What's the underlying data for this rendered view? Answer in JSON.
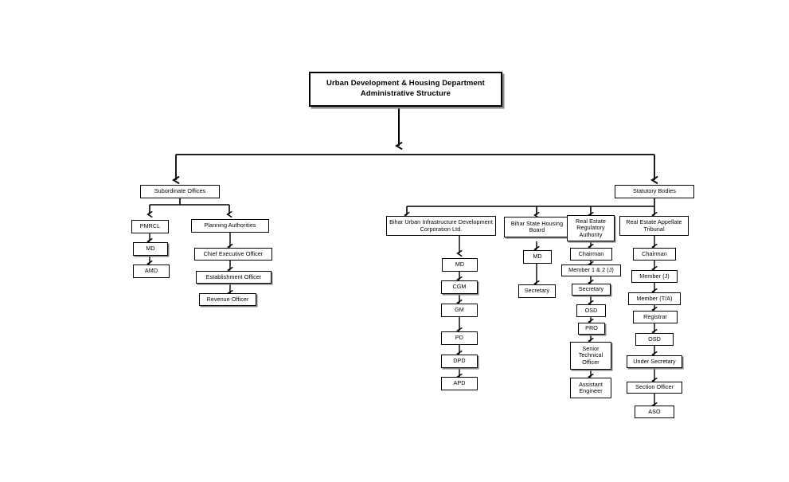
{
  "diagram": {
    "title": "Urban Development & Housing Department\nAdministrative Structure",
    "background_color": "#ffffff",
    "line_color": "#000000",
    "box_fill": "#ffffff",
    "shadow_color": "#808080"
  },
  "nodes": {
    "root": "Urban Development & Housing Department\nAdministrative Structure",
    "subordinate_offices": "Subordinate Offices",
    "statutory_bodies": "Statutory Bodies",
    "pmrcl": "PMRCL",
    "pmrcl_md": "MD",
    "pmrcl_amd": "AMD",
    "planning_authorities": "Planning Authorities",
    "chief_executive_officer": "Chief Executive Officer",
    "establishment_officer": "Establishment Officer",
    "revenue_officer": "Revenue Officer",
    "buidcl": "Bihar Urban Infrastructure Development\nCorporation Ltd.",
    "buidcl_md": "MD",
    "buidcl_cgm": "CGM",
    "buidcl_gm": "GM",
    "buidcl_pd": "PD",
    "buidcl_dpd": "DPD",
    "buidcl_apd": "APD",
    "bshb": "Bihar State Housing\nBoard",
    "bshb_md": "MD",
    "bshb_secretary": "Secretary",
    "rera": "Real Estate\nRegulatory\nAuthority",
    "rera_chairman": "Chairman",
    "rera_member": "Member 1 & 2 (J)",
    "rera_secretary": "Secretary",
    "rera_osd": "OSD",
    "rera_pro": "PRO",
    "rera_senior_technical_officer": "Senior\nTechnical\nOfficer",
    "rera_assistant_engineer": "Assistant\nEngineer",
    "reat": "Real Estate Appellate\nTribunal",
    "reat_chairman": "Chairman",
    "reat_member_j": "Member (J)",
    "reat_member_ta": "Member (T/A)",
    "reat_registrar": "Registrar",
    "reat_osd": "OSD",
    "reat_under_secretary": "Under Secretary",
    "reat_section_officer": "Section Officer",
    "reat_aso": "ASO"
  },
  "hierarchy": {
    "root_children": [
      "Subordinate Offices",
      "Statutory Bodies"
    ],
    "subordinate_offices_children": [
      "PMRCL",
      "Planning Authorities"
    ],
    "statutory_bodies_children": [
      "Bihar Urban Infrastructure Development Corporation Ltd.",
      "Bihar State Housing Board",
      "Real Estate Regulatory Authority",
      "Real Estate Appellate Tribunal"
    ],
    "pmrcl_chain": [
      "PMRCL",
      "MD",
      "AMD"
    ],
    "planning_authorities_chain": [
      "Planning Authorities",
      "Chief Executive Officer",
      "Establishment Officer",
      "Revenue Officer"
    ],
    "buidcl_chain": [
      "MD",
      "CGM",
      "GM",
      "PD",
      "DPD",
      "APD"
    ],
    "bshb_chain": [
      "MD",
      "Secretary"
    ],
    "rera_chain": [
      "Chairman",
      "Member 1 & 2 (J)",
      "Secretary",
      "OSD",
      "PRO",
      "Senior Technical Officer",
      "Assistant Engineer"
    ],
    "reat_chain": [
      "Chairman",
      "Member (J)",
      "Member (T/A)",
      "Registrar",
      "OSD",
      "Under Secretary",
      "Section Officer",
      "ASO"
    ]
  }
}
